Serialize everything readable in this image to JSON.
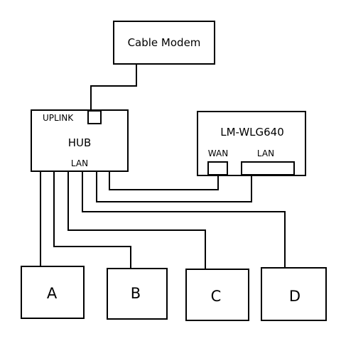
{
  "modem": {
    "label": "Cable Modem"
  },
  "hub": {
    "label": "HUB",
    "uplink_label": "UPLINK",
    "lan_label": "LAN"
  },
  "router": {
    "label": "LM-WLG640",
    "wan_label": "WAN",
    "lan_label": "LAN"
  },
  "computers": [
    {
      "label": "A"
    },
    {
      "label": "B"
    },
    {
      "label": "C"
    },
    {
      "label": "D"
    }
  ],
  "colors": {
    "line": "#000000",
    "background": "#ffffff"
  }
}
